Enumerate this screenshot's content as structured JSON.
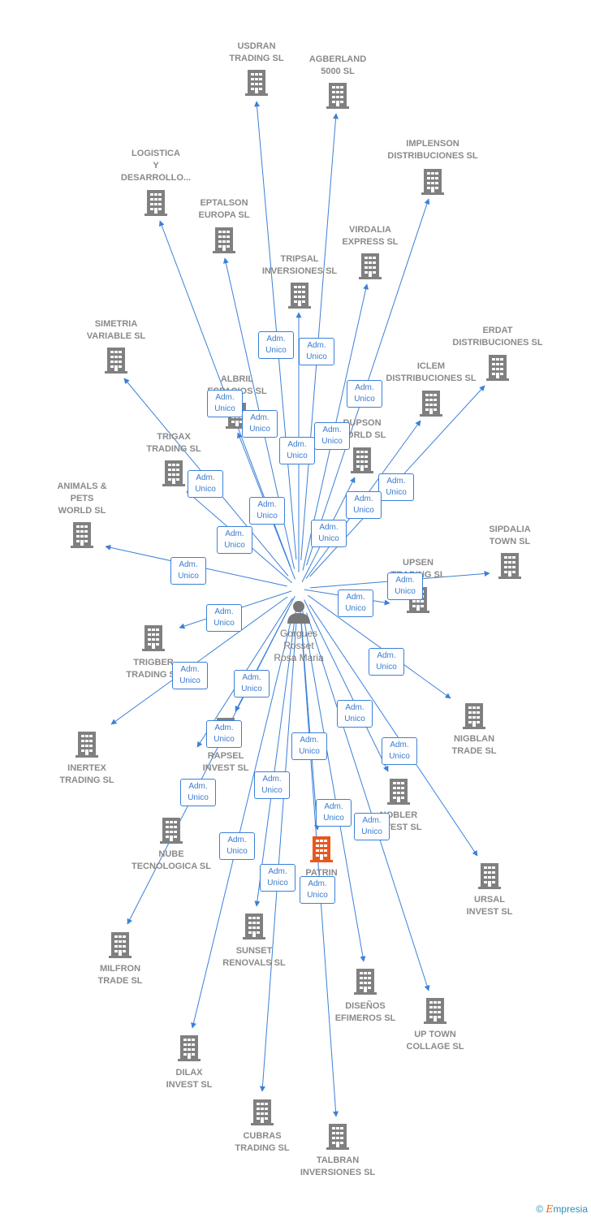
{
  "person": {
    "name": "Gorgues\nRosset\nRosa Maria",
    "icon": "person-icon"
  },
  "edge_label": "Adm.\nUnico",
  "colors": {
    "edge": "#3b80d8",
    "node": "#808080",
    "highlight": "#e8581e",
    "label": "#8a8a8a"
  },
  "companies": [
    {
      "id": "usdran",
      "label": "USDRAN\nTRADING SL"
    },
    {
      "id": "agberland",
      "label": "AGBERLAND\n5000 SL"
    },
    {
      "id": "implenson",
      "label": "IMPLENSON\nDISTRIBUCIONES SL"
    },
    {
      "id": "logistica",
      "label": "LOGISTICA\nY\nDESARROLLO..."
    },
    {
      "id": "eptalson",
      "label": "EPTALSON\nEUROPA SL"
    },
    {
      "id": "virdalia",
      "label": "VIRDALIA\nEXPRESS SL"
    },
    {
      "id": "tripsal",
      "label": "TRIPSAL\nINVERSIONES SL"
    },
    {
      "id": "erdat",
      "label": "ERDAT\nDISTRIBUCIONES SL"
    },
    {
      "id": "simetria",
      "label": "SIMETRIA\nVARIABLE SL"
    },
    {
      "id": "iclem",
      "label": "ICLEM\nDISTRIBUCIONES SL"
    },
    {
      "id": "albril",
      "label": "ALBRIL\nESPACIOS SL"
    },
    {
      "id": "dupson",
      "label": "DUPSON\nWORLD SL"
    },
    {
      "id": "trigax",
      "label": "TRIGAX\nTRADING SL"
    },
    {
      "id": "animals",
      "label": "ANIMALS &\nPETS\nWORLD SL"
    },
    {
      "id": "sipdalia",
      "label": "SIPDALIA\nTOWN SL"
    },
    {
      "id": "upsen",
      "label": "UPSEN\nTRADING SL"
    },
    {
      "id": "trigber",
      "label": "TRIGBER\nTRADING SL"
    },
    {
      "id": "nigblan",
      "label": "NIGBLAN\nTRADE SL"
    },
    {
      "id": "inertex",
      "label": "INERTEX\nTRADING SL"
    },
    {
      "id": "rapsel",
      "label": "RAPSEL\nINVEST SL"
    },
    {
      "id": "noblier",
      "label": "NOBLER\nINVEST SL"
    },
    {
      "id": "nube",
      "label": "NUBE\nTECNOLOGICA SL"
    },
    {
      "id": "patrin",
      "label": "PATRIN\nSL",
      "highlight": true
    },
    {
      "id": "ursal",
      "label": "URSAL\nINVEST SL"
    },
    {
      "id": "milfron",
      "label": "MILFRON\nTRADE SL"
    },
    {
      "id": "sunset",
      "label": "SUNSET\nRENOVALS SL"
    },
    {
      "id": "disenos",
      "label": "DISEÑOS\nEFIMEROS SL"
    },
    {
      "id": "uptown",
      "label": "UP TOWN\nCOLLAGE SL"
    },
    {
      "id": "dilax",
      "label": "DILAX\nINVEST SL"
    },
    {
      "id": "cubras",
      "label": "CUBRAS\nTRADING SL"
    },
    {
      "id": "talbran",
      "label": "TALBRAN\nINVERSIONES SL"
    }
  ],
  "footer": {
    "copyright": "©",
    "brand_initial": "E",
    "brand_rest": "mpresia"
  }
}
